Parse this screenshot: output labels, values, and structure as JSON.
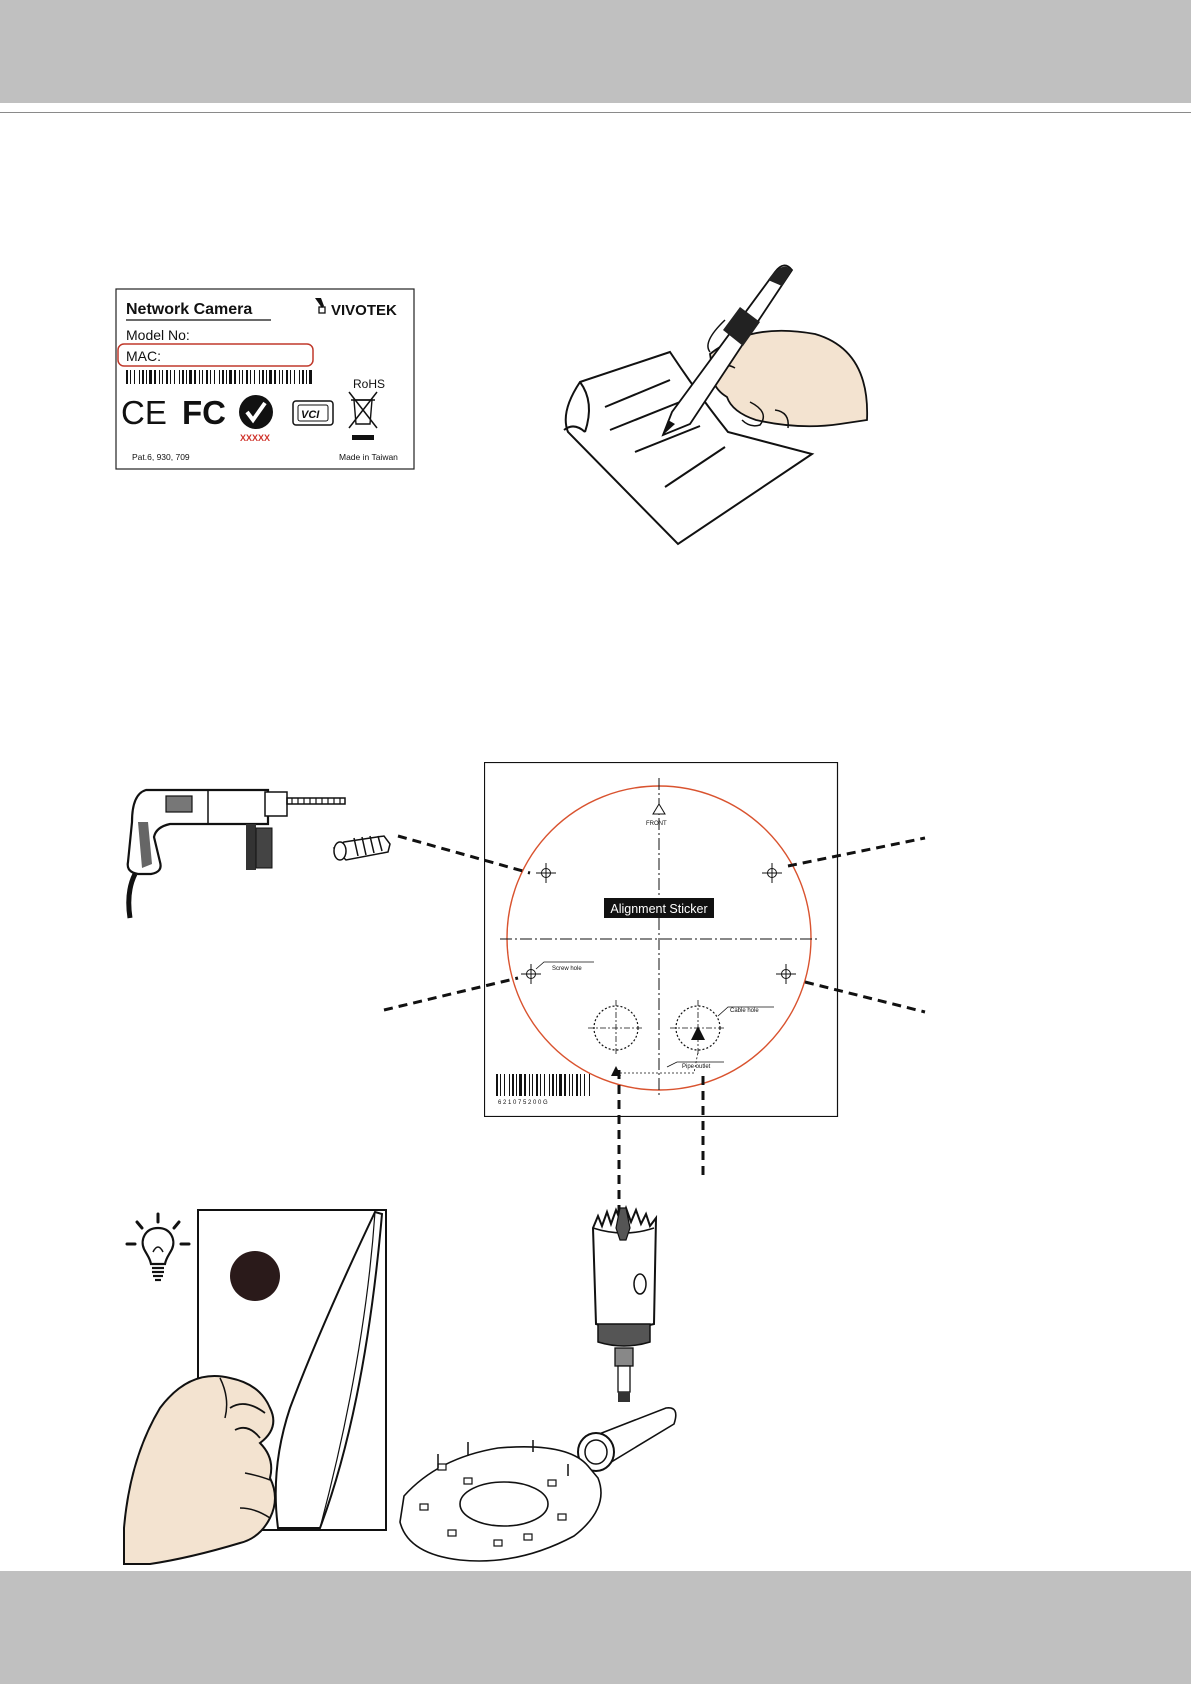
{
  "label": {
    "title": "Network Camera",
    "brand": "VIVOTEK",
    "model_label": "Model No:",
    "mac_label": "MAC:",
    "rohs": "RoHS",
    "ce": "CE",
    "fc": "FC",
    "vci": "VCI",
    "xxxxx": "XXXXX",
    "patent": "Pat.6, 930, 709",
    "origin": "Made in Taiwan"
  },
  "sticker": {
    "front": "FRONT",
    "title": "Alignment Sticker",
    "screw_hole": "Screw hole",
    "cable_hole": "Cable hole",
    "pipe_outlet": "Pipe outlet",
    "barcode_number": "6 2 1 0 7 5 2 0 0 G"
  },
  "colors": {
    "header_band": "#c0c0c0",
    "mac_highlight": "#c0392b",
    "sticker_circle": "#d9532f",
    "xxxxx_text": "#d0342c"
  },
  "icons": {
    "pen": "hand-writing-icon",
    "drill": "hammer-drill-icon",
    "anchor": "wall-anchor-icon",
    "tip": "lightbulb-tip-icon",
    "hole_saw": "hole-saw-icon",
    "mount": "mounting-plate-icon"
  }
}
